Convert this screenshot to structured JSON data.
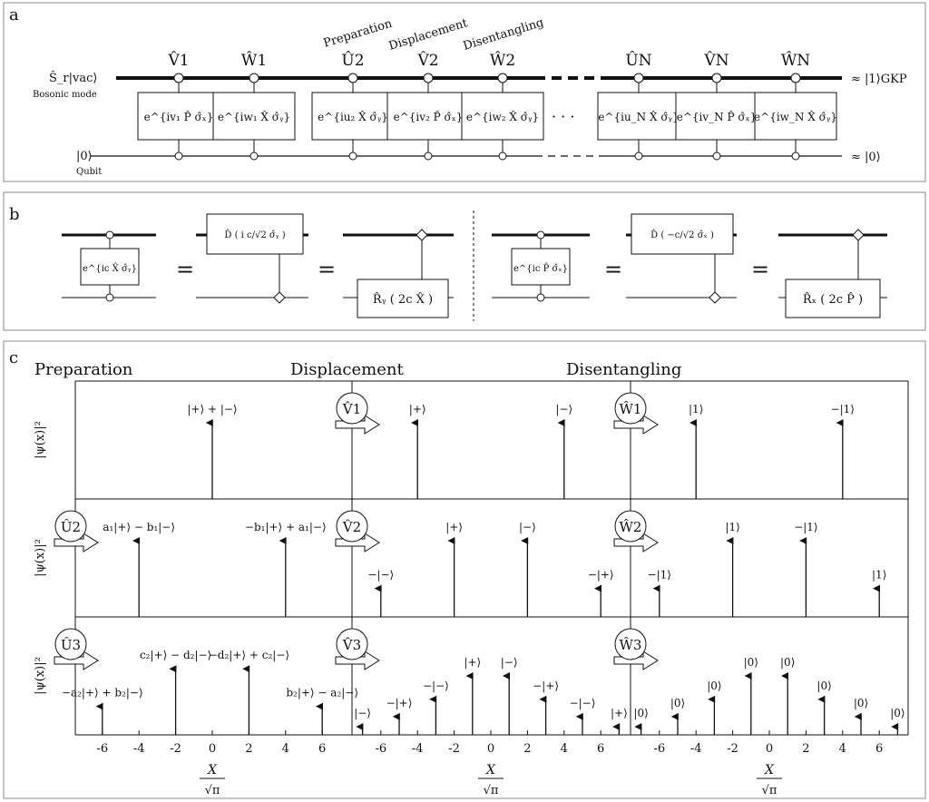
{
  "panel_a": {
    "letter": "a",
    "bosonic_state": "Ŝ_r|vac⟩",
    "bosonic_caption": "Bosonic mode",
    "qubit_state": "|0⟩",
    "qubit_caption": "Qubit",
    "output_boson": "≈ |1⟩GKP",
    "output_qubit": "≈ |0⟩",
    "stage_labels": [
      "Preparation",
      "Displacement",
      "Disentangling"
    ],
    "ellipsis": "· · ·",
    "gates": [
      {
        "op": "V̂1",
        "exp": "e^{iv₁ P̂ σ̂ₓ}"
      },
      {
        "op": "Ŵ1",
        "exp": "e^{iw₁ X̂ σ̂ᵧ}"
      },
      {
        "op": "Û2",
        "exp": "e^{iu₂ X̂ σ̂ᵧ}"
      },
      {
        "op": "V̂2",
        "exp": "e^{iv₂ P̂ σ̂ₓ}"
      },
      {
        "op": "Ŵ2",
        "exp": "e^{iw₂ X̂ σ̂ᵧ}"
      },
      {
        "op": "ÛN",
        "exp": "e^{iu_N X̂ σ̂ᵧ}"
      },
      {
        "op": "V̂N",
        "exp": "e^{iv_N P̂ σ̂ₓ}"
      },
      {
        "op": "ŴN",
        "exp": "e^{iw_N X̂ σ̂ᵧ}"
      }
    ]
  },
  "panel_b": {
    "letter": "b",
    "eq_sign": "=",
    "left": {
      "gate": "e^{ic X̂ σ̂ᵧ}",
      "displacement": "D̂ ( i c/√2 σ̂ᵧ )",
      "rotation": "R̂ᵧ ( 2c X̂ )"
    },
    "right": {
      "gate": "e^{ic P̂ σ̂ₓ}",
      "displacement": "D̂ ( −c/√2 σ̂ₓ )",
      "rotation": "R̂ₓ ( 2c P̂ )"
    }
  },
  "panel_c": {
    "letter": "c",
    "stage_labels": [
      "Preparation",
      "Displacement",
      "Disentangling"
    ],
    "ylabel": "|ψ(x)|²",
    "xlabel_num": "X",
    "xlabel_den": "√π",
    "ticks": [
      "-6",
      "-4",
      "-2",
      "0",
      "2",
      "4",
      "6"
    ],
    "op_labels": {
      "row1_disp": "V̂1",
      "row1_dis": "Ŵ1",
      "row2_prep": "Û2",
      "row2_disp": "V̂2",
      "row2_dis": "Ŵ2",
      "row3_prep": "Û3",
      "row3_disp": "V̂3",
      "row3_dis": "Ŵ3"
    },
    "rows": [
      {
        "preparation": [
          {
            "x": 0,
            "h": 0.75,
            "label": "|+⟩ + |−⟩"
          }
        ],
        "displacement": [
          {
            "x": -4,
            "h": 0.75,
            "label": "|+⟩"
          },
          {
            "x": 4,
            "h": 0.75,
            "label": "|−⟩"
          }
        ],
        "disentangling": [
          {
            "x": -4,
            "h": 0.75,
            "label": "|1⟩"
          },
          {
            "x": 4,
            "h": 0.75,
            "label": "−|1⟩"
          }
        ]
      },
      {
        "preparation": [
          {
            "x": -4,
            "h": 0.75,
            "label": "a₁|+⟩ − b₁|−⟩"
          },
          {
            "x": 4,
            "h": 0.75,
            "label": "−b₁|+⟩ + a₁|−⟩"
          }
        ],
        "displacement": [
          {
            "x": -6,
            "h": 0.28,
            "label": "−|−⟩"
          },
          {
            "x": -2,
            "h": 0.75,
            "label": "|+⟩"
          },
          {
            "x": 2,
            "h": 0.75,
            "label": "|−⟩"
          },
          {
            "x": 6,
            "h": 0.28,
            "label": "−|+⟩"
          }
        ],
        "disentangling": [
          {
            "x": -6,
            "h": 0.28,
            "label": "−|1⟩"
          },
          {
            "x": -2,
            "h": 0.75,
            "label": "|1⟩"
          },
          {
            "x": 2,
            "h": 0.75,
            "label": "−|1⟩"
          },
          {
            "x": 6,
            "h": 0.28,
            "label": "|1⟩"
          }
        ]
      },
      {
        "preparation": [
          {
            "x": -6,
            "h": 0.28,
            "label": "−a₂|+⟩ + b₂|−⟩"
          },
          {
            "x": -2,
            "h": 0.65,
            "label": "c₂|+⟩ − d₂|−⟩"
          },
          {
            "x": 2,
            "h": 0.65,
            "label": "−d₂|+⟩ + c₂|−⟩"
          },
          {
            "x": 6,
            "h": 0.28,
            "label": "b₂|+⟩ − a₂|−⟩"
          }
        ],
        "displacement": [
          {
            "x": -7,
            "h": 0.08,
            "label": "|−⟩"
          },
          {
            "x": -5,
            "h": 0.18,
            "label": "−|+⟩"
          },
          {
            "x": -3,
            "h": 0.35,
            "label": "−|−⟩"
          },
          {
            "x": -1,
            "h": 0.58,
            "label": "|+⟩"
          },
          {
            "x": 1,
            "h": 0.58,
            "label": "|−⟩"
          },
          {
            "x": 3,
            "h": 0.35,
            "label": "−|+⟩"
          },
          {
            "x": 5,
            "h": 0.18,
            "label": "−|−⟩"
          },
          {
            "x": 7,
            "h": 0.08,
            "label": "|+⟩"
          }
        ],
        "disentangling": [
          {
            "x": -7,
            "h": 0.08,
            "label": "|0⟩"
          },
          {
            "x": -5,
            "h": 0.18,
            "label": "|0⟩"
          },
          {
            "x": -3,
            "h": 0.35,
            "label": "|0⟩"
          },
          {
            "x": -1,
            "h": 0.58,
            "label": "|0⟩"
          },
          {
            "x": 1,
            "h": 0.58,
            "label": "|0⟩"
          },
          {
            "x": 3,
            "h": 0.35,
            "label": "|0⟩"
          },
          {
            "x": 5,
            "h": 0.18,
            "label": "|0⟩"
          },
          {
            "x": 7,
            "h": 0.08,
            "label": "|0⟩"
          }
        ]
      }
    ]
  }
}
